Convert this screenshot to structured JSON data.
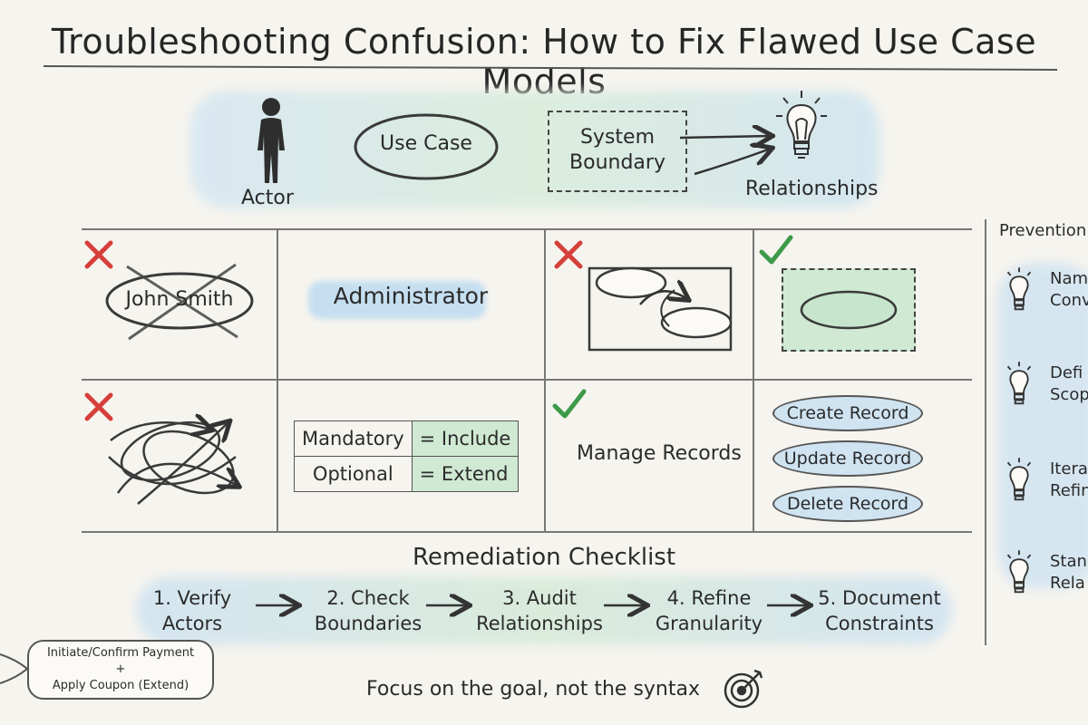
{
  "title": "Troubleshooting Confusion: How to Fix Flawed Use Case Models",
  "legend": {
    "actor": "Actor",
    "use_case": "Use Case",
    "system_boundary_line1": "System",
    "system_boundary_line2": "Boundary",
    "relationships": "Relationships"
  },
  "grid": {
    "bad_actor_name": "John Smith",
    "good_actor_name": "Administrator",
    "mandatory": "Mandatory",
    "include": "= Include",
    "optional": "Optional",
    "extend": "= Extend",
    "manage_records": "Manage Records",
    "records": [
      "Create Record",
      "Update Record",
      "Delete Record"
    ]
  },
  "checklist": {
    "title": "Remediation Checklist",
    "steps": [
      {
        "line1": "1. Verify",
        "line2": "Actors"
      },
      {
        "line1": "2. Check",
        "line2": "Boundaries"
      },
      {
        "line1": "3. Audit",
        "line2": "Relationships"
      },
      {
        "line1": "4. Refine",
        "line2": "Granularity"
      },
      {
        "line1": "5. Document",
        "line2": "Constraints"
      }
    ]
  },
  "sidebar": {
    "title": "Prevention",
    "items": [
      {
        "line1": "Nam",
        "line2": "Conv"
      },
      {
        "line1": "Defi",
        "line2": "Scop"
      },
      {
        "line1": "Itera",
        "line2": "Refin"
      },
      {
        "line1": "Stan",
        "line2": "Rela"
      }
    ]
  },
  "speech": {
    "line1": "Initiate/Confirm Payment",
    "line2": "+",
    "line3": "Apply Coupon (Extend)"
  },
  "footer": "Focus on the goal, not the syntax",
  "colors": {
    "wrong": "#d6403a",
    "right": "#3c9a48",
    "wash_blue": "#cfe3f1",
    "wash_green": "#cfe9d3"
  }
}
